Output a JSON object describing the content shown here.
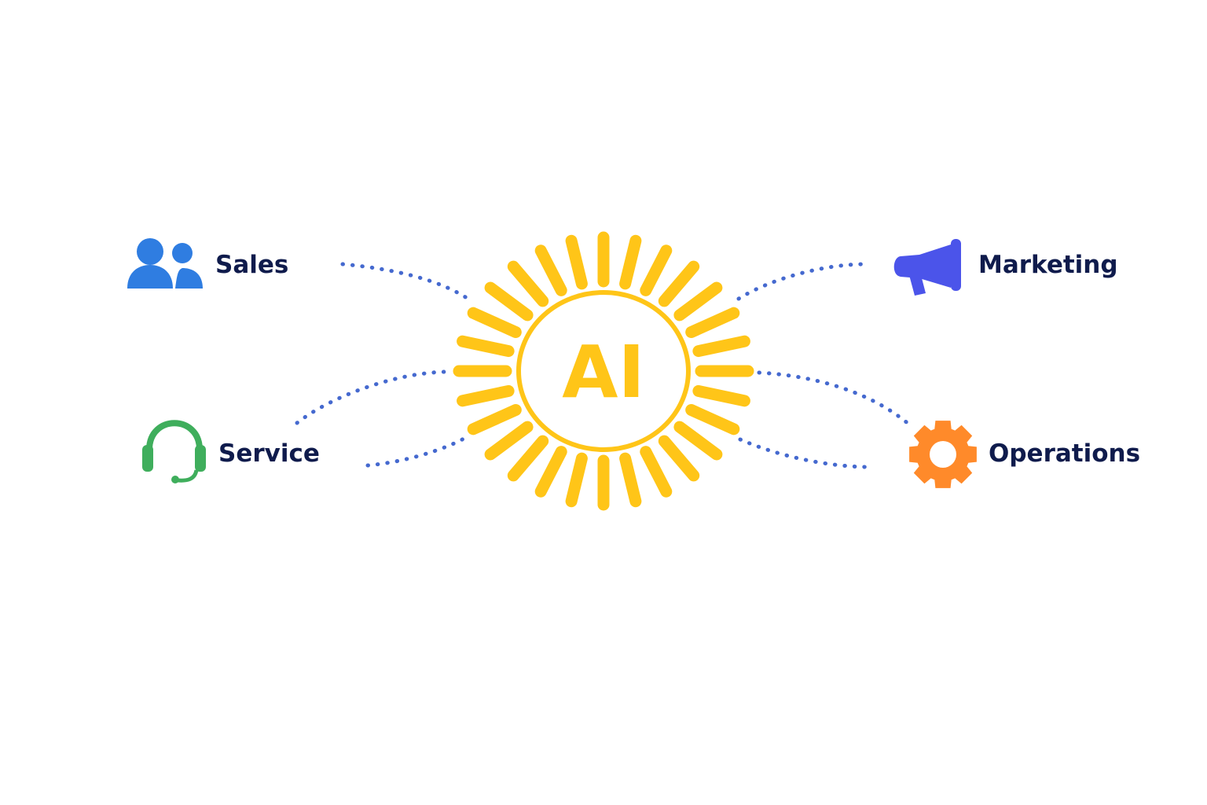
{
  "center": {
    "label": "AI",
    "icon": "sun-icon",
    "color": "#FFC518"
  },
  "connector_color": "#4569CF",
  "label_color": "#0F1B4C",
  "nodes": [
    {
      "id": "sales",
      "label": "Sales",
      "icon": "users-icon",
      "color": "#2F7DE1"
    },
    {
      "id": "marketing",
      "label": "Marketing",
      "icon": "megaphone-icon",
      "color": "#4B54EA"
    },
    {
      "id": "service",
      "label": "Service",
      "icon": "headset-icon",
      "color": "#3FAE5C"
    },
    {
      "id": "operations",
      "label": "Operations",
      "icon": "gear-icon",
      "color": "#FF8A2A"
    }
  ]
}
